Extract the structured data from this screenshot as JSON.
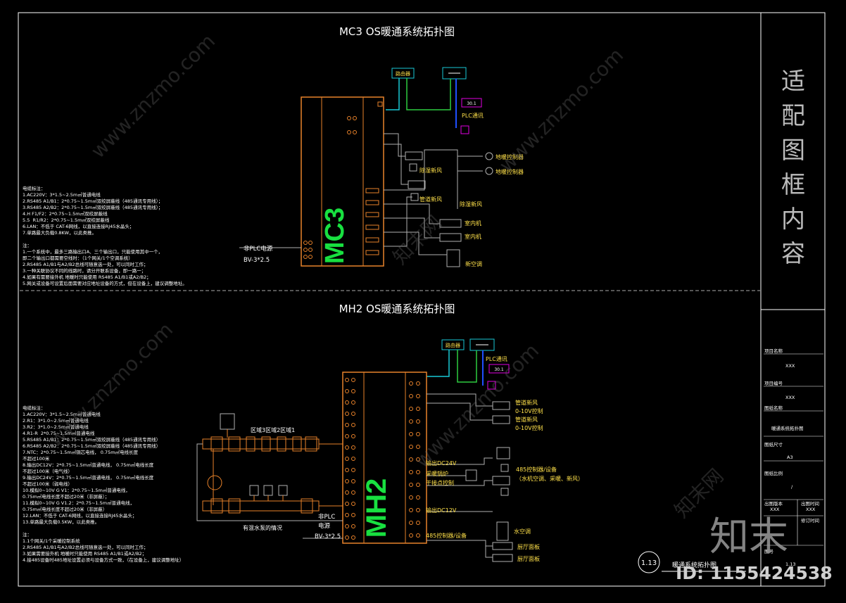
{
  "title_top": "MC3 OS暖通系统拓扑图",
  "title_bottom": "MH2 OS暖通系统拓扑图",
  "mc3": {
    "controller_label": "MC3",
    "router": "路由器",
    "plc": "PLC通讯",
    "plc_box": "30.1",
    "floor_heating_1": "地暖控制器",
    "floor_heating_2": "地暖控制器",
    "dehumidify_fresh_air": "除湿新风",
    "duct_fresh_air_1": "管道新风",
    "duct_fresh_air_2": "除湿新风",
    "indoor_unit_1": "室内机",
    "indoor_unit_2": "室内机",
    "ac": "新空调",
    "non_plc_power": "非PLC电源",
    "cable": "BV-3*2.5",
    "notes": "电缆标注：\n1.AC220V：3*1.5~2.5m㎡普通电线\n2.RS485 A1/B1：2*0.75~1.5m㎡双绞屏蔽线（485通讯专用线）；\n3.RS485 A2/B2：2*0.75~1.5m㎡双绞屏蔽线（485通讯专用线）；\n4.H F1/F2：2*0.75~1.5m㎡双绞屏蔽线\n5.5  R1/R2：2*0.75~1.5m㎡双绞屏蔽线\n6.LAN：不低于 CAT-6网线，以直接连接RJ45水晶头；\n7.单路最大负载0.8KW，以此类推。\n\n注：\n1.一个系统中，最多三路输出口A、三个输出口，只能使用其中一个，\n即二个输出口都需要空线时：（1个网关/1个空调系统）\n2.RS485 A1/B1与A2/B2总线可随意选一处，可以同时工作；\n3.一种关联协议不同的线路时，请分开联系设备，即一路一；\n4.如果有需要接外机 地暖时只能使用 RS485 A1/B1或A2/B2；\n5.网关或设备可设置后面需要对应地址设备的方式，但在设备上，建议调整地址。"
  },
  "mh2": {
    "controller_label": "MH2",
    "router": "路由器",
    "plc": "PLC通讯",
    "plc_box": "30.1",
    "zone": "区域3区域2区域1",
    "mixing": "有混水泵的情况",
    "non_plc": "非PLC",
    "power": "电源",
    "cable": "BV-3*2.5",
    "duct_fresh_1": "管道新风",
    "ctrl_010_1": "0-10V控制",
    "duct_fresh_2": "管道新风",
    "ctrl_010_2": "0-10V控制",
    "out_dc24": "输出DC24V",
    "pump_label": "采暖锅炉",
    "dry_contact": "干接点控制",
    "rs485_dev": "485控制器/设备",
    "rs485_dev_note": "（水机空调、采暖、新风）",
    "out_dc12": "输出DC12V",
    "water_ac": "水空调",
    "panel_1": "厨厅面板",
    "panel_2": "厨厅面板",
    "rs485_dev2": "485控制器/设备",
    "notes": "电缆标注：\n1.AC220V：3*1.5~2.5m㎡普通电线\n2.R1：3*1.0~2.5m㎡普通电线\n3.R2：3*1.0~2.5m㎡普通电线\n4.R1-R  2*0.75~1.5m㎡普通电线\n5.RS485 A1/B1：2*0.75~1.5m㎡双绞屏蔽线（485通讯专用线）\n6.RS485 A2/B2：2*0.75~1.5m㎡双绞屏蔽线（485通讯专用线）\n7.NTC：2*0.75~1.5m㎡铜芯电线， 0.75m㎡电线长度\n不超过100米\n8.输出DC12V：2*0.75~1.5m㎡普通电线， 0.75m㎡电线长度\n不超过100米（电气线）\n9.输出DC24V：2*0.75~1.5m㎡普通电线， 0.75m㎡电线长度\n不超过100米（弱电线）\n10.模拟0~10V G V1：2*0.75~1.5m㎡普通电线，\n0.75m㎡电线长度不超过20米（非屏蔽）；\n11.模拟0~10V G V1.2：2*0.75~1.5m㎡普通电线，\n0.75m㎡电线长度不超过20米（非屏蔽）\n12.LAN：不低于 CAT-6网线，以直接连接RJ45水晶头；\n13.单路最大负载0.5KW，以此类推。\n\n注：\n1.1个网关/1个采暖控制系统\n2.RS485 A1/B1与A2/B2总线可随意选一处，可以同时工作；\n3.如果需要接外机 地暖时只能使用 RS485 A1/B1或A2/B2；\n4.接485设备时485地址设置必须与设备方式一致，（在设备上，建议调整地址）"
  },
  "side_title": "适配图框内容",
  "title_block": {
    "project_name_label": "项目名称",
    "project_name": "XXX",
    "project_code_label": "项目编号",
    "project_code": "XXX",
    "drawing_name_label": "图纸名称",
    "drawing_name": "暖通系统拓扑图",
    "drawing_size_label": "图纸尺寸",
    "drawing_size": "A3",
    "drawing_scale_label": "图纸比例",
    "drawing_scale": "/",
    "issue_version_label": "出图版本",
    "issue_version": "XXX",
    "issue_date_label": "出图时间",
    "issue_date": "XXX",
    "revision_date_label": "修订时间",
    "sheet_label": "图号",
    "sheet_no": "1.13"
  },
  "sheet_badge": "1.13",
  "sheet_caption": "暖通系统拓扑图",
  "watermarks": {
    "site": "www.znzmo.com",
    "brand_cn": "知末网",
    "logo": "知末",
    "id": "ID: 1155424538"
  },
  "colors": {
    "controller": "#e8822a",
    "network_cyan": "#19c9d6",
    "network_green": "#2ecc40",
    "plc_blue": "#1f4fff",
    "device": "#b0b0b0",
    "magenta": "#e000e0",
    "label_green": "#18e040"
  }
}
